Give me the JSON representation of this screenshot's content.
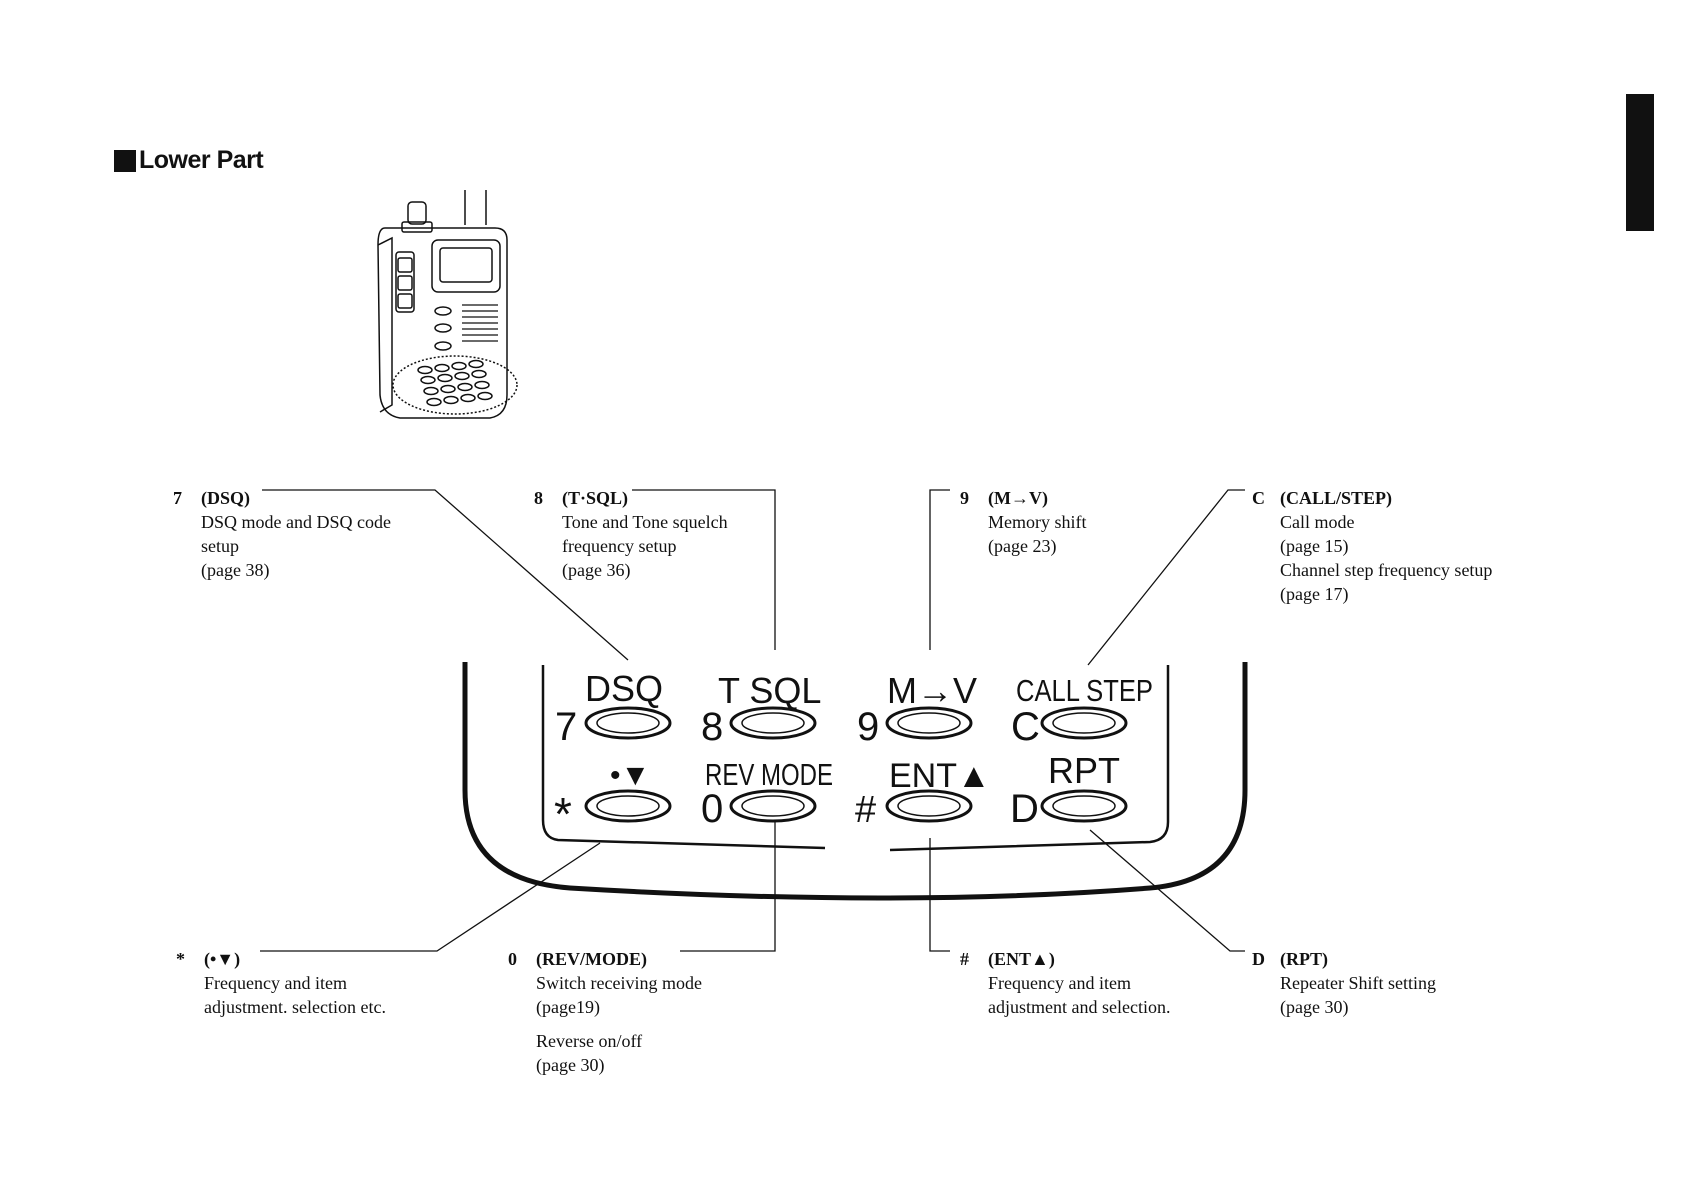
{
  "section": {
    "title": "Lower Part"
  },
  "callouts": {
    "k7": {
      "key": "7",
      "name": "(DSQ)",
      "lines": [
        "DSQ mode and DSQ code",
        "setup",
        "(page 38)"
      ]
    },
    "k8": {
      "key": "8",
      "name": "(T·SQL)",
      "lines": [
        "Tone and Tone squelch",
        "frequency setup",
        "(page 36)"
      ]
    },
    "k9": {
      "key": "9",
      "name": "(M→V)",
      "lines": [
        "Memory shift",
        "(page 23)"
      ]
    },
    "kC": {
      "key": "C",
      "name": "(CALL/STEP)",
      "lines": [
        "Call mode",
        "(page 15)",
        "Channel step frequency setup",
        "(page 17)"
      ]
    },
    "kStar": {
      "key": "*",
      "name": "(•▼)",
      "lines": [
        "Frequency and item",
        "adjustment. selection etc."
      ]
    },
    "k0": {
      "key": "0",
      "name": "(REV/MODE)",
      "lines": [
        "Switch receiving mode",
        "(page19)"
      ],
      "extra": [
        "Reverse on/off",
        "(page 30)"
      ]
    },
    "kHash": {
      "key": "#",
      "name": "(ENT▲)",
      "lines": [
        "Frequency and item",
        "adjustment and selection."
      ]
    },
    "kD": {
      "key": "D",
      "name": "(RPT)",
      "lines": [
        "Repeater Shift setting",
        "(page 30)"
      ]
    }
  },
  "keypad": {
    "labels": {
      "dsq": "DSQ",
      "tsql": "T SQL",
      "mv": "M→V",
      "callstep": "CALL STEP",
      "dotdown": "•▼",
      "revmode": "REV MODE",
      "ent": "ENT▲",
      "rpt": "RPT"
    },
    "digits": {
      "d7": "7",
      "d8": "8",
      "d9": "9",
      "dC": "C",
      "dStar": "*",
      "d0": "0",
      "dHash": "#",
      "dD": "D"
    }
  }
}
